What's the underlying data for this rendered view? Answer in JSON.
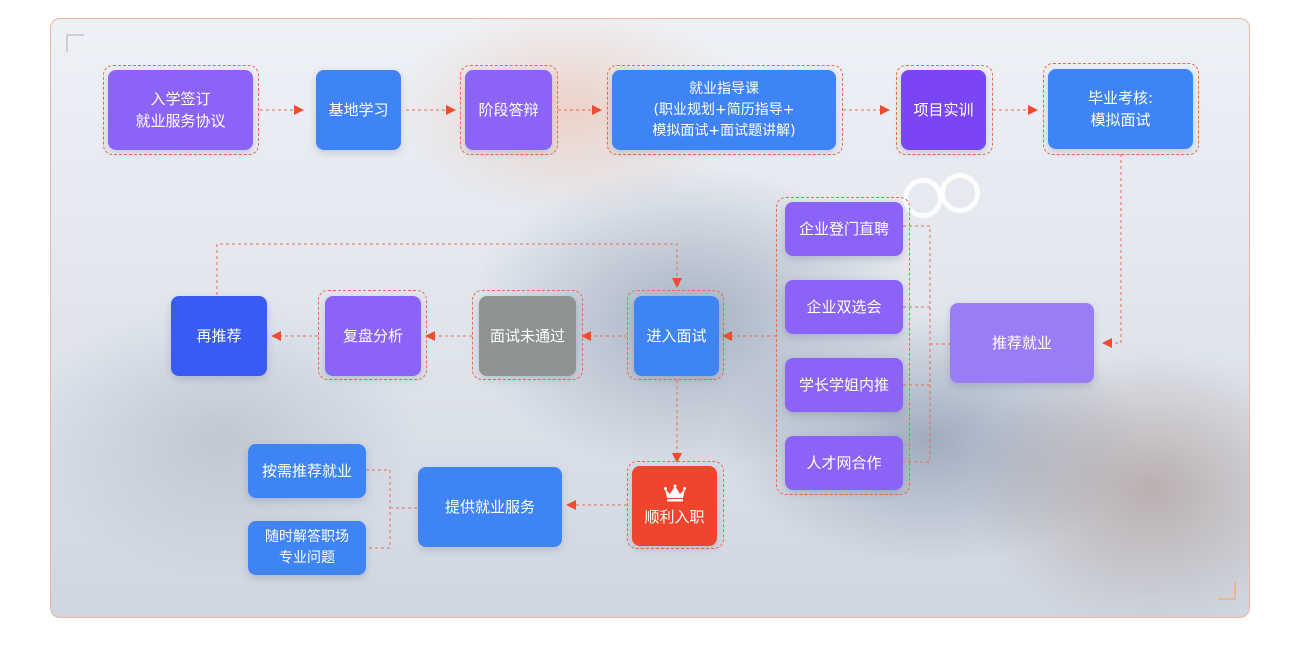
{
  "nodes": {
    "sign_agreement": "入学签订\n就业服务协议",
    "base_study": "基地学习",
    "defense": "阶段答辩",
    "guidance": "就业指导课\n(职业规划+简历指导+\n模拟面试+面试题讲解)",
    "project": "项目实训",
    "graduation": "毕业考核:\n模拟面试",
    "recommend": "推荐就业",
    "recruit_visit": "企业登门直聘",
    "job_fair": "企业双选会",
    "alumni": "学长学姐内推",
    "talent_network": "人才网合作",
    "interview": "进入面试",
    "interview_fail": "面试未通过",
    "review": "复盘分析",
    "re_recommend": "再推荐",
    "hired": "顺利入职",
    "service": "提供就业服务",
    "on_demand": "按需推荐就业",
    "qa": "随时解答职场\n专业问题"
  },
  "colors": {
    "arrow": "#ef4b2f",
    "dash": "#ef6b4d",
    "purple": "#8b63f7",
    "blue": "#3f84f4",
    "red": "#f0452d",
    "gray": "#8e9290"
  },
  "icons": {
    "hired": "crown-icon"
  }
}
